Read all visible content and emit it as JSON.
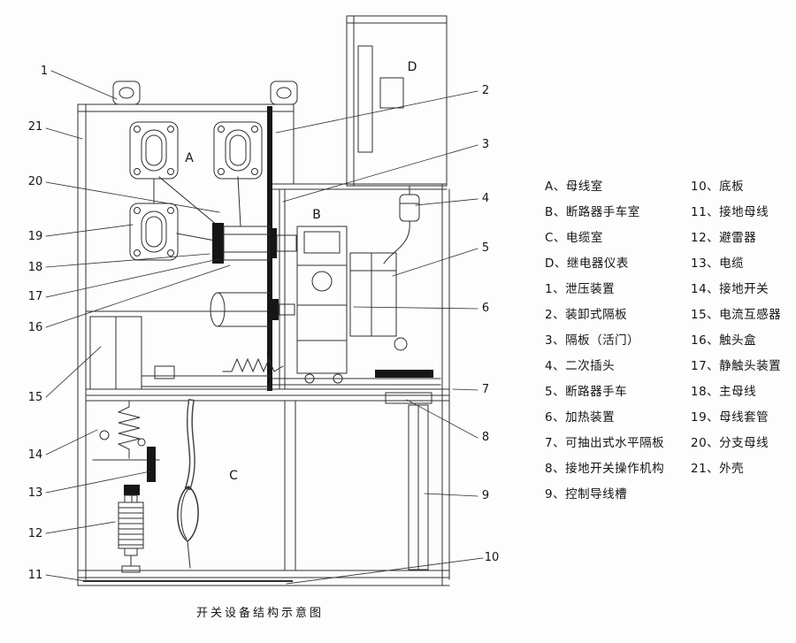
{
  "title": "开关设备结构示意图",
  "compartments": {
    "A": "A",
    "B": "B",
    "C": "C",
    "D": "D"
  },
  "callouts": {
    "c1": "1",
    "c2": "2",
    "c3": "3",
    "c4": "4",
    "c5": "5",
    "c6": "6",
    "c7": "7",
    "c8": "8",
    "c9": "9",
    "c10": "10",
    "c11": "11",
    "c12": "12",
    "c13": "13",
    "c14": "14",
    "c15": "15",
    "c16": "16",
    "c17": "17",
    "c18": "18",
    "c19": "19",
    "c20": "20",
    "c21": "21"
  },
  "legend": {
    "col1": [
      "A、母线室",
      "B、断路器手车室",
      "C、电缆室",
      "D、继电器仪表",
      "1、泄压装置",
      "2、装卸式隔板",
      "3、隔板（活门）",
      "4、二次插头",
      "5、断路器手车",
      "6、加热装置",
      "7、可抽出式水平隔板",
      "8、接地开关操作机构",
      "9、控制导线槽"
    ],
    "col2": [
      "10、底板",
      "11、接地母线",
      "12、避雷器",
      "13、电缆",
      "14、接地开关",
      "15、电流互感器",
      "16、触头盒",
      "17、静触头装置",
      "18、主母线",
      "19、母线套管",
      "20、分支母线",
      "21、外壳"
    ]
  }
}
